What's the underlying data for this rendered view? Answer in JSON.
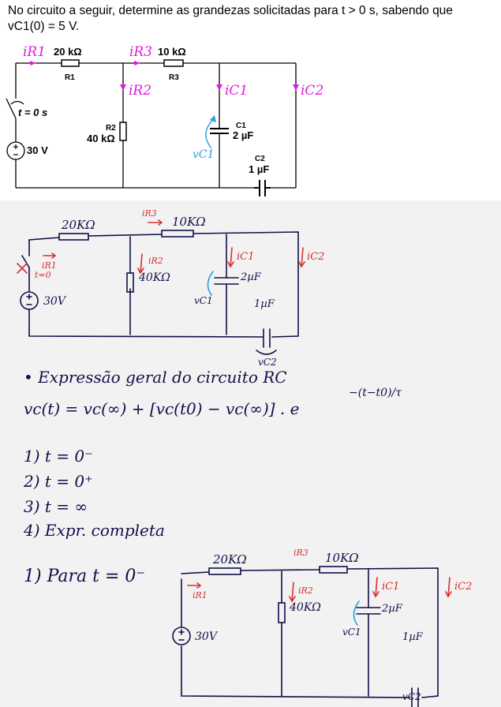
{
  "problem": {
    "statement_line1": "No circuito a seguir, determine as grandezas solicitadas para t > 0 s, sabendo que",
    "statement_line2": "vC1(0) = 5 V.",
    "labels": {
      "r1_value": "20 kΩ",
      "r1_name": "R1",
      "r3_value": "10 kΩ",
      "r3_name": "R3",
      "r2_name": "R2",
      "r2_value": "40 kΩ",
      "c1_name": "C1",
      "c1_value": "2 µF",
      "c2_name": "C2",
      "c2_value": "1 µF",
      "source": "30 V",
      "switch": "t = 0 s",
      "ir1": "iR1",
      "ir2": "iR2",
      "ir3": "iR3",
      "ic1": "iC1",
      "ic2": "iC2",
      "vc1": "vC1"
    }
  },
  "notes": {
    "circuit1": {
      "r1": "20KΩ",
      "r3": "10KΩ",
      "r2": "40KΩ",
      "c1": "2µF",
      "c2": "1µF",
      "source": "30V",
      "switch": "t=0",
      "ir1": "iR1",
      "ir2": "iR2",
      "ir3": "iR3",
      "ic1": "iC1",
      "ic2": "iC2",
      "vc1": "vC1",
      "vc2": "vC2"
    },
    "heading": "• Expressão geral do circuito RC",
    "formula": "vc(t) = vc(∞) + [vc(t0) − vc(∞)] . e",
    "formula_exp": "−(t−t0)/τ",
    "steps": [
      "1) t = 0⁻",
      "2) t = 0⁺",
      "3) t = ∞",
      "4) Expr. completa"
    ],
    "step1_title": "1) Para  t = 0⁻",
    "circuit2": {
      "r1": "20KΩ",
      "r3": "10KΩ",
      "r2": "40KΩ",
      "c1": "2µF",
      "c2": "1µF",
      "source": "30V",
      "ir1": "iR1",
      "ir2": "iR2",
      "ir3": "iR3",
      "ic1": "iC1",
      "ic2": "iC2",
      "vc1": "vC1",
      "vc2": "vC2"
    }
  }
}
